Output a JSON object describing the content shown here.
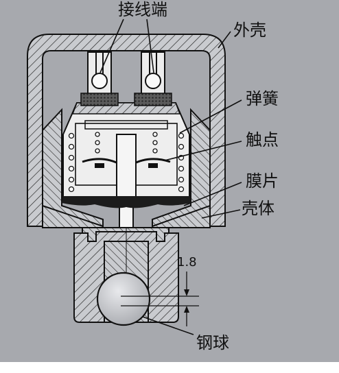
{
  "colors": {
    "background": "#a7a9ae",
    "panel": "#c2c4c8",
    "line": "#111111",
    "hatch": "#2a2a2a",
    "contact_pad": "#5b5b5b",
    "diaphragm": "#1c1c1c"
  },
  "labels": {
    "terminal": "接线端",
    "outer_shell": "外壳",
    "spring": "弹簧",
    "contact": "触点",
    "diaphragm": "膜片",
    "housing": "壳体",
    "steel_ball": "钢球"
  },
  "dimension": {
    "value": "1.8"
  }
}
